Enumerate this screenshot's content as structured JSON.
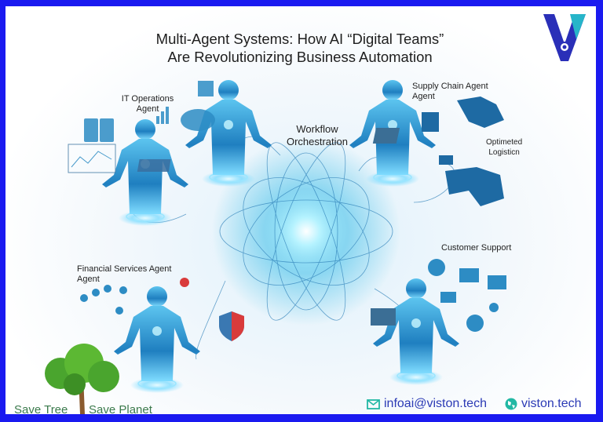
{
  "header": {
    "title_line1": "Multi-Agent Systems: How AI “Digital Teams”",
    "title_line2": "Are Revolutionizing Business Automation",
    "logo": "viston-v-eye-logo"
  },
  "agents": {
    "it_operations": {
      "line1": "IT Operations",
      "line2": "Agent"
    },
    "workflow": {
      "line1": "Workflow",
      "line2": "Orchestration"
    },
    "supply_chain": {
      "line1": "Supply Chain Agent",
      "line2": "Agent",
      "note_line1": "Optimeted",
      "note_line2": "Logisticn"
    },
    "financial": {
      "line1": "Financial Services Agent",
      "line2": "Agent"
    },
    "customer_support": {
      "line1": "Customer Support"
    }
  },
  "footer": {
    "save_tree": "Save Tree",
    "save_planet": "Save Planet",
    "email": "infoai@viston.tech",
    "website": "viston.tech",
    "icons": [
      "tree-icon",
      "mail-icon",
      "globe-icon"
    ]
  },
  "colors": {
    "frame": "#1a1af0",
    "agent": "#2a9fd6",
    "glow": "#7fe3ff",
    "text_green": "#3b7a4c",
    "contact": "#2b3ab5",
    "icon_teal": "#22b8a4"
  }
}
